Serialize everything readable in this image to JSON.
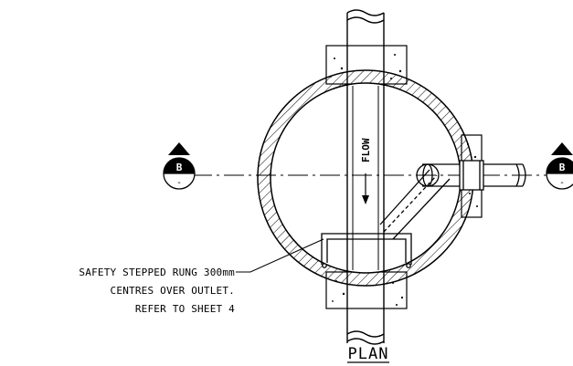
{
  "drawing": {
    "note_lines": [
      "SAFETY STEPPED RUNG 300mm",
      "CENTRES OVER OUTLET.",
      "REFER TO SHEET 4"
    ],
    "flow_label": "FLOW",
    "section_marker_left": {
      "letter": "B",
      "sub": "-"
    },
    "section_marker_right": {
      "letter": "B",
      "sub": "-"
    },
    "view_title": "PLAN"
  }
}
